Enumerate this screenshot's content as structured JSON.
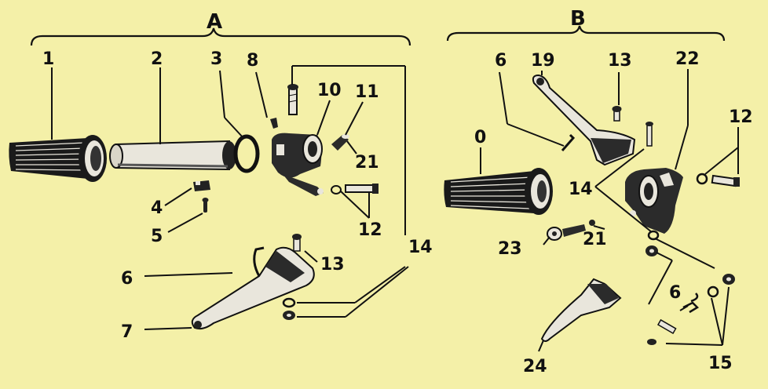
{
  "colors": {
    "background": "#f4f0a8",
    "ink": "#111111",
    "part_light": "#e9e6dc",
    "part_shade": "#2b2b2b"
  },
  "groups": {
    "a": "A",
    "b": "B"
  },
  "labels_a": {
    "l1": "1",
    "l2": "2",
    "l3": "3",
    "l8": "8",
    "l10": "10",
    "l11": "11",
    "l21": "21",
    "l4": "4",
    "l5": "5",
    "l12": "12",
    "l14": "14",
    "l13": "13",
    "l6": "6",
    "l7": "7"
  },
  "labels_b": {
    "l6": "6",
    "l19": "19",
    "l13": "13",
    "l22": "22",
    "l0": "0",
    "l12": "12",
    "l14": "14",
    "l23": "23",
    "l21": "21",
    "l6b": "6",
    "l24": "24",
    "l15": "15"
  }
}
